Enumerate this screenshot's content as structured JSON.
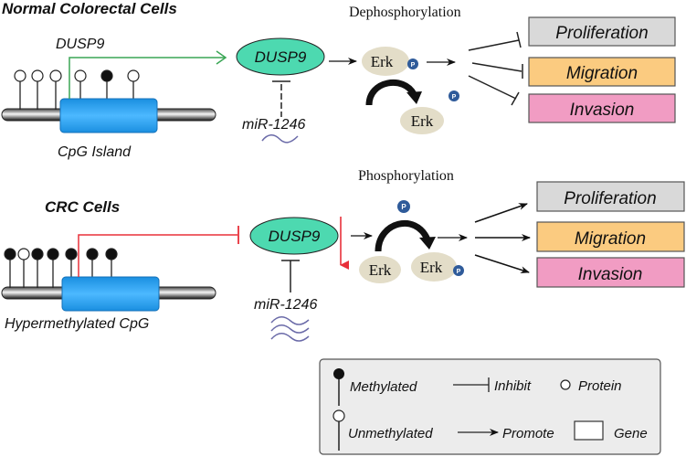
{
  "normal": {
    "title": "Normal Colorectal Cells",
    "gene_label": "DUSP9",
    "island_label": "CpG Island",
    "pins": [
      "unmethylated",
      "unmethylated",
      "unmethylated",
      "unmethylated",
      "methylated",
      "unmethylated"
    ],
    "protein": "DUSP9",
    "mirna": "miR-1246",
    "process_label": "Dephosphorylation",
    "erk_top": "Erk",
    "erk_bottom": "Erk",
    "phospho": "P",
    "outcomes": [
      "Proliferation",
      "Migration",
      "Invasion"
    ],
    "outcome_relation": "inhibit"
  },
  "crc": {
    "title": "CRC Cells",
    "island_label": "Hypermethylated CpG",
    "pins": [
      "methylated",
      "unmethylated",
      "methylated",
      "methylated",
      "methylated",
      "methylated",
      "methylated"
    ],
    "protein": "DUSP9",
    "mirna": "miR-1246",
    "process_label": "Phosphorylation",
    "erk_left": "Erk",
    "erk_right": "Erk",
    "phospho": "P",
    "outcomes": [
      "Proliferation",
      "Migration",
      "Invasion"
    ],
    "outcome_relation": "promote"
  },
  "legend": {
    "methylated": "Methylated",
    "unmethylated": "Unmethylated",
    "inhibit": "Inhibit",
    "promote": "Promote",
    "protein": "Protein",
    "gene": "Gene"
  },
  "colors": {
    "protein_fill": "#4dd9b0",
    "gene_fill": "#2aa0ef",
    "erk_fill": "#e3ddc8",
    "phospho_fill": "#2f5b9a",
    "proliferation": "#d9d9d9",
    "migration": "#fbcb80",
    "invasion": "#f19cc3",
    "activate_line": "#3aa655",
    "repress_line": "#e8303a",
    "mirna_wave": "#6a6aa8",
    "legend_bg": "#ececec"
  }
}
